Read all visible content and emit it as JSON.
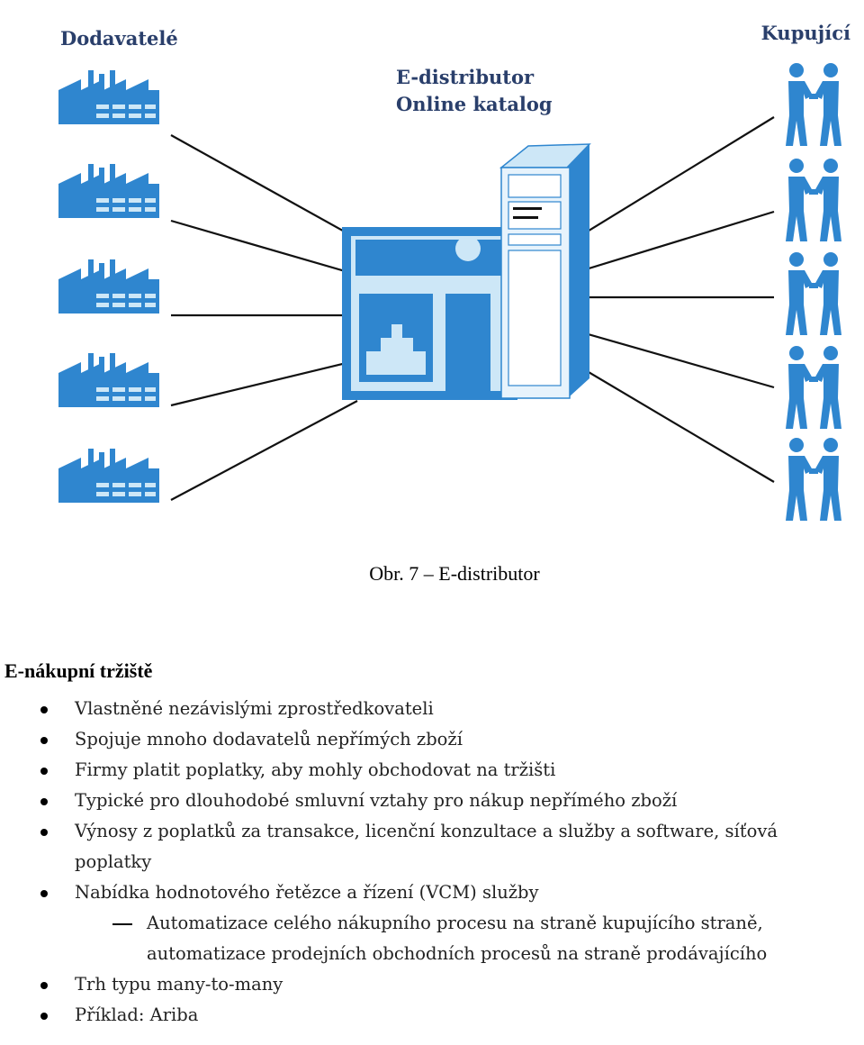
{
  "figure": {
    "suppliers_label": "Dodavatelé",
    "buyers_label": "Kupující",
    "center_title_line1": "E-distributor",
    "center_title_line2": "Online katalog",
    "colors": {
      "primary": "#2f86cf",
      "light": "#cde7f7",
      "line": "#111111",
      "label": "#2a3f6b"
    },
    "icons": {
      "supplier": "factory-icon",
      "buyer": "handshake-icon",
      "store": "storefront-icon",
      "server": "server-icon"
    }
  },
  "caption": "Obr. 7 – E-distributor",
  "section": {
    "heading": "E-nákupní tržiště",
    "bullets": [
      {
        "text": "Vlastněné nezávislými zprostředkovateli"
      },
      {
        "text": "Spojuje mnoho dodavatelů nepřímých zboží"
      },
      {
        "text": "Firmy platit poplatky, aby mohly obchodovat na tržišti"
      },
      {
        "text": "Typické pro dlouhodobé smluvní vztahy pro nákup nepřímého zboží"
      },
      {
        "text": "Výnosy z poplatků za transakce, licenční konzultace a služby a software, síťová poplatky"
      },
      {
        "text": "Nabídka hodnotového řetězce a řízení (VCM) služby",
        "sub": [
          "Automatizace celého nákupního procesu na straně kupujícího straně, automatizace prodejních obchodních procesů na straně prodávajícího"
        ]
      },
      {
        "text": "Trh typu many-to-many"
      },
      {
        "text": "Příklad: Ariba"
      }
    ]
  }
}
